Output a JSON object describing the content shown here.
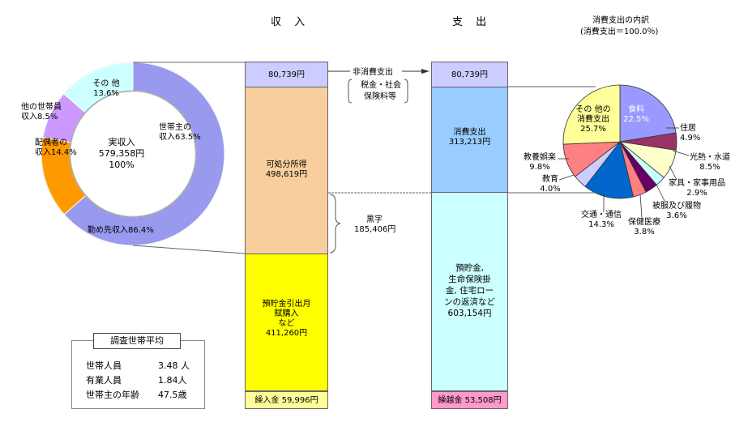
{
  "headers": {
    "income": "収 入",
    "expense": "支 出",
    "breakdown_title": "消費支出の内訳",
    "breakdown_sub": "(消費支出＝100.0％)"
  },
  "chart_data": [
    {
      "type": "pie",
      "name": "income-donut",
      "title": "",
      "center": {
        "line1": "実収入",
        "line2": "579,358円",
        "line3": "100%"
      },
      "outer": [
        {
          "label": "世帯主の収入",
          "value": 63.5,
          "color": "#9999ee"
        },
        {
          "label": "配偶者の収入",
          "value": 14.4,
          "color": "#ff9900"
        },
        {
          "label": "他の世帯員収入",
          "value": 8.5,
          "color": "#cc99ff"
        },
        {
          "label": "その他",
          "value": 13.6,
          "color": "#ccffff"
        }
      ],
      "inner_label": "勤め先収入86.4%",
      "labels": {
        "head": [
          "世帯主の",
          "収入63.5%"
        ],
        "spouse": [
          "配偶者の",
          "収入14.4%"
        ],
        "other_member": [
          "他の世帯員",
          "収入8.5%"
        ],
        "other": [
          "その 他",
          "13.6%"
        ]
      }
    },
    {
      "type": "bar",
      "name": "income-stack",
      "segments": [
        {
          "label": "80,739円",
          "value": 80739,
          "color": "#ccccff"
        },
        {
          "label": "可処分所得\n498,619円",
          "value": 498619,
          "color": "#f8ce9e"
        },
        {
          "label": "預貯金引出月\n賦購入\nなど\n411,260円",
          "value": 411260,
          "color": "#ffff00"
        }
      ],
      "footer": {
        "text": "繰入金 59,996円",
        "value": 59996,
        "color": "#ffff99"
      }
    },
    {
      "type": "bar",
      "name": "expense-stack",
      "segments": [
        {
          "label": "80,739円",
          "value": 80739,
          "color": "#ccccff"
        },
        {
          "label": "消費支出\n313,213円",
          "value": 313213,
          "color": "#99ccff"
        },
        {
          "label": "預貯金,\n生命保険掛\n金, 住宅ロー\nンの返済など\n603,154円",
          "value": 603154,
          "color": "#ccffff"
        }
      ],
      "footer": {
        "text": "繰越金 53,508円",
        "value": 53508,
        "color": "#ff99cc"
      }
    },
    {
      "type": "pie",
      "name": "consumption-pie",
      "title": "消費支出の内訳",
      "slices": [
        {
          "name": "食料",
          "value": 22.5,
          "color": "#9999ff"
        },
        {
          "name": "住居",
          "value": 4.9,
          "color": "#993366"
        },
        {
          "name": "光熱・水道",
          "value": 8.5,
          "color": "#ffffcc"
        },
        {
          "name": "家具・家事用品",
          "value": 2.9,
          "color": "#ccffff"
        },
        {
          "name": "被服及び履物",
          "value": 3.6,
          "color": "#660066"
        },
        {
          "name": "保健医療",
          "value": 3.8,
          "color": "#ff8080"
        },
        {
          "name": "交通・通信",
          "value": 14.3,
          "color": "#0066cc"
        },
        {
          "name": "教育",
          "value": 4.0,
          "color": "#ccccff"
        },
        {
          "name": "教養娯楽",
          "value": 9.8,
          "color": "#ff8080"
        },
        {
          "name": "その他の消費支出",
          "value": 25.7,
          "color": "#ffff99"
        }
      ]
    }
  ],
  "middle": {
    "non_consumption": "非消費支出",
    "tax_line1": "税金・社会",
    "tax_line2": "保険料等",
    "surplus": "黒字",
    "surplus_value": "185,406円"
  },
  "pie_labels": {
    "food": [
      "食料",
      "22.5%"
    ],
    "other": [
      "その 他の",
      "消費支出",
      "25.7%"
    ],
    "housing": [
      "住居",
      "4.9%"
    ],
    "utilities": [
      "光熱・水道",
      "8.5%"
    ],
    "furniture": [
      "家具・家事用品",
      "2.9%"
    ],
    "clothing": [
      "被服及び履物",
      "3.6%"
    ],
    "medical": [
      "保健医療",
      "3.8%"
    ],
    "transport": [
      "交通・通信",
      "14.3%"
    ],
    "education": [
      "教育",
      "4.0%"
    ],
    "culture": [
      "教養娯楽",
      "9.8%"
    ]
  },
  "survey": {
    "title": "調査世帯平均",
    "rows": [
      {
        "label": "世帯人員",
        "value": "3.48 人"
      },
      {
        "label": "有業人員",
        "value": "1.84人"
      },
      {
        "label": "世帯主の年齢",
        "value": "47.5歳"
      }
    ]
  }
}
